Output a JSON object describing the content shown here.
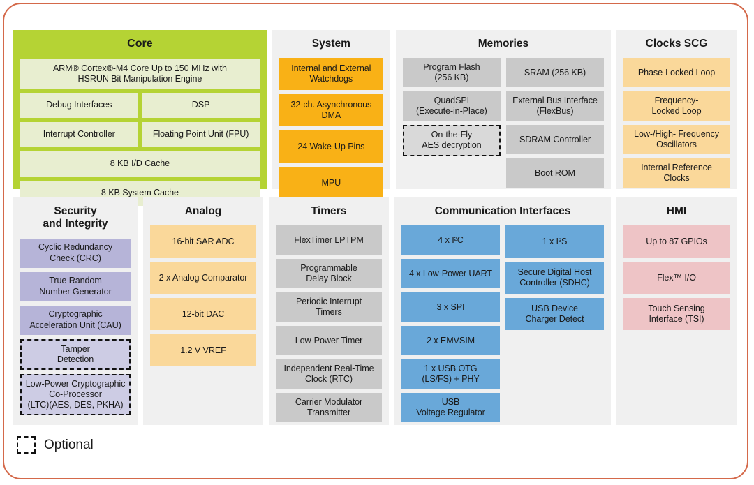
{
  "diagram": {
    "legend": {
      "optional_label": "Optional",
      "optional_swatch_icon": "dashed-rectangle-icon"
    },
    "colors": {
      "frame_border": "#d4694a",
      "core_panel": "#b5d334",
      "core_block": "#e8eed0",
      "panel_background": "#f0f0f0",
      "system_block": "#f9b116",
      "clocks_analog_block": "#fad89a",
      "memory_timer_block": "#c9c9c9",
      "security_block": "#b6b4d8",
      "communication_block": "#69a8d9",
      "hmi_block": "#eec4c6"
    },
    "rows": [
      {
        "panels": [
          {
            "id": "core",
            "title": "Core",
            "layout": "core",
            "rows": [
              {
                "blocks": [
                  {
                    "label": "ARM® Cortex®-M4 Core Up to 150 MHz with\nHSRUN Bit Manipulation Engine",
                    "size": "h2"
                  }
                ]
              },
              {
                "blocks": [
                  {
                    "label": "Debug Interfaces",
                    "size": "h1"
                  },
                  {
                    "label": "DSP",
                    "size": "h1"
                  }
                ]
              },
              {
                "blocks": [
                  {
                    "label": "Interrupt Controller",
                    "size": "h1"
                  },
                  {
                    "label": "Floating Point Unit (FPU)",
                    "size": "h1"
                  }
                ]
              },
              {
                "blocks": [
                  {
                    "label": "8 KB I/D Cache",
                    "size": "h1"
                  }
                ]
              },
              {
                "blocks": [
                  {
                    "label": "8 KB System Cache",
                    "size": "h1"
                  }
                ]
              }
            ]
          },
          {
            "id": "system",
            "title": "System",
            "layout": "single",
            "blocks": [
              {
                "label": "Internal and External\nWatchdogs",
                "size": "h3"
              },
              {
                "label": "32-ch. Asynchronous\nDMA",
                "size": "h3"
              },
              {
                "label": "24 Wake-Up Pins",
                "size": "h3"
              },
              {
                "label": "MPU",
                "size": "h3"
              }
            ]
          },
          {
            "id": "memories",
            "title": "Memories",
            "layout": "two-col",
            "columns": [
              {
                "blocks": [
                  {
                    "label": "Program Flash\n(256 KB)",
                    "size": "h2"
                  },
                  {
                    "label": "QuadSPI\n(Execute-in-Place)",
                    "size": "h2"
                  },
                  {
                    "label": "On-the-Fly\nAES decryption",
                    "size": "h2",
                    "optional": true
                  }
                ]
              },
              {
                "blocks": [
                  {
                    "label": "SRAM (256 KB)",
                    "size": "h2"
                  },
                  {
                    "label": "External Bus Interface\n(FlexBus)",
                    "size": "h2"
                  },
                  {
                    "label": "SDRAM Controller",
                    "size": "h2"
                  },
                  {
                    "label": "Boot ROM",
                    "size": "h2"
                  }
                ]
              }
            ]
          },
          {
            "id": "clocks-scg",
            "title": "Clocks SCG",
            "layout": "single",
            "blocks": [
              {
                "label": "Phase-Locked Loop",
                "size": "h2"
              },
              {
                "label": "Frequency-\nLocked Loop",
                "size": "h2"
              },
              {
                "label": "Low-/High- Frequency\nOscillators",
                "size": "h2"
              },
              {
                "label": "Internal Reference\nClocks",
                "size": "h2"
              }
            ]
          }
        ]
      },
      {
        "panels": [
          {
            "id": "security-and-integrity",
            "title": "Security\nand Integrity",
            "layout": "single",
            "blocks": [
              {
                "label": "Cyclic Redundancy\nCheck (CRC)",
                "size": "h2"
              },
              {
                "label": "True Random\nNumber Generator",
                "size": "h2"
              },
              {
                "label": "Cryptographic\nAcceleration Unit (CAU)",
                "size": "h2"
              },
              {
                "label": "Tamper\nDetection",
                "size": "h2",
                "optional": true
              },
              {
                "label": "Low-Power Cryptographic\nCo-Processor\n(LTC)(AES, DES, PKHA)",
                "size": "h3",
                "optional": true
              }
            ]
          },
          {
            "id": "analog",
            "title": "Analog",
            "layout": "single",
            "blocks": [
              {
                "label": "16-bit SAR ADC",
                "size": "h3"
              },
              {
                "label": "2 x Analog Comparator",
                "size": "h3"
              },
              {
                "label": "12-bit DAC",
                "size": "h3"
              },
              {
                "label": "1.2 V VREF",
                "size": "h3"
              }
            ]
          },
          {
            "id": "timers",
            "title": "Timers",
            "layout": "single",
            "blocks": [
              {
                "label": "FlexTimer LPTPM",
                "size": "h2"
              },
              {
                "label": "Programmable\nDelay Block",
                "size": "h2"
              },
              {
                "label": "Periodic Interrupt\nTimers",
                "size": "h2"
              },
              {
                "label": "Low-Power Timer",
                "size": "h2"
              },
              {
                "label": "Independent Real-Time\nClock (RTC)",
                "size": "h2"
              },
              {
                "label": "Carrier Modulator\nTransmitter",
                "size": "h2"
              }
            ]
          },
          {
            "id": "communication-interfaces",
            "title": "Communication  Interfaces",
            "layout": "two-col",
            "columns": [
              {
                "blocks": [
                  {
                    "label": "4 x I²C",
                    "size": "h2"
                  },
                  {
                    "label": "4 x Low-Power UART",
                    "size": "h2"
                  },
                  {
                    "label": "3 x SPI",
                    "size": "h2"
                  },
                  {
                    "label": "2 x EMVSIM",
                    "size": "h2"
                  },
                  {
                    "label": "1 x USB OTG\n(LS/FS) + PHY",
                    "size": "h2"
                  },
                  {
                    "label": "USB\nVoltage Regulator",
                    "size": "h2"
                  }
                ]
              },
              {
                "blocks": [
                  {
                    "label": "1 x I²S",
                    "size": "h3"
                  },
                  {
                    "label": "Secure Digital Host\nController (SDHC)",
                    "size": "h3"
                  },
                  {
                    "label": "USB Device\nCharger Detect",
                    "size": "h3"
                  }
                ]
              }
            ]
          },
          {
            "id": "hmi",
            "title": "HMI",
            "layout": "single",
            "blocks": [
              {
                "label": "Up to 87 GPIOs",
                "size": "h3"
              },
              {
                "label": "Flex™ I/O",
                "size": "h3"
              },
              {
                "label": "Touch Sensing\nInterface (TSI)",
                "size": "h3"
              }
            ]
          }
        ]
      }
    ]
  }
}
